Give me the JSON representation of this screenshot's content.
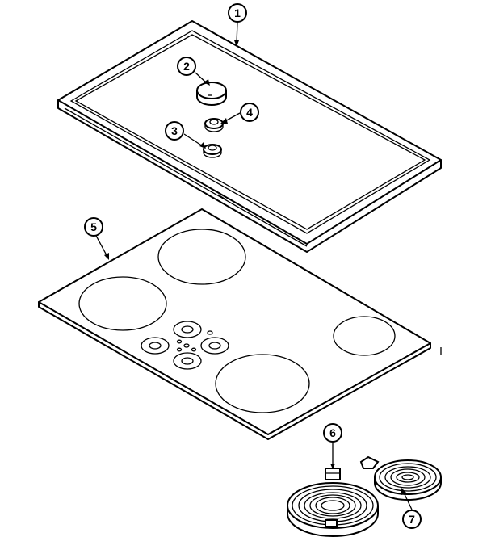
{
  "diagram": {
    "callouts": [
      {
        "id": "callout-1",
        "label": "1"
      },
      {
        "id": "callout-2",
        "label": "2"
      },
      {
        "id": "callout-3",
        "label": "3"
      },
      {
        "id": "callout-4",
        "label": "4"
      },
      {
        "id": "callout-5",
        "label": "5"
      },
      {
        "id": "callout-6",
        "label": "6"
      },
      {
        "id": "callout-7",
        "label": "7"
      }
    ]
  }
}
